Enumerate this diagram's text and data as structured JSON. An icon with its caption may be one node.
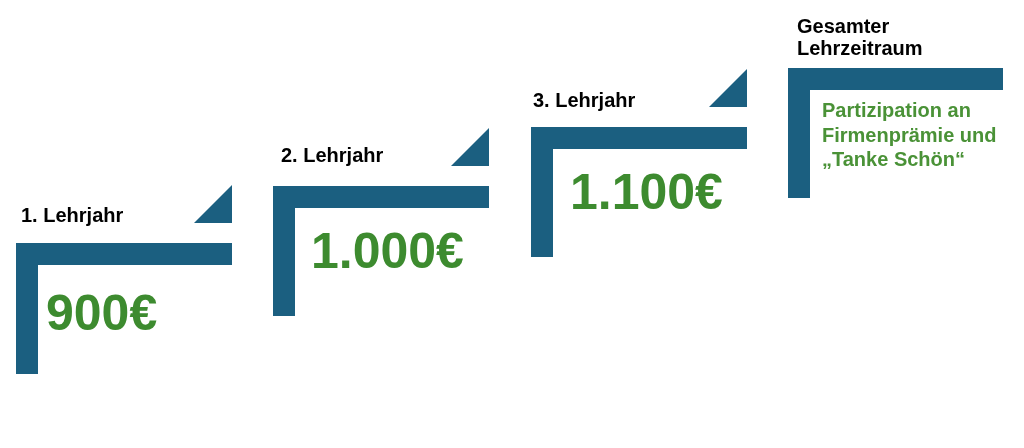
{
  "diagram": {
    "nodes": [
      {
        "text": [
          "1. Lehrjahr",
          "900€"
        ]
      },
      {
        "text": [
          "2. Lehrjahr",
          "1.000€"
        ]
      },
      {
        "text": [
          "3. Lehrjahr",
          "1.100€"
        ]
      },
      {
        "text": [
          "Gesamter Lehrzeitraum",
          "Partizipation an Firmenprämie und „Tanke Schön“"
        ]
      }
    ]
  }
}
